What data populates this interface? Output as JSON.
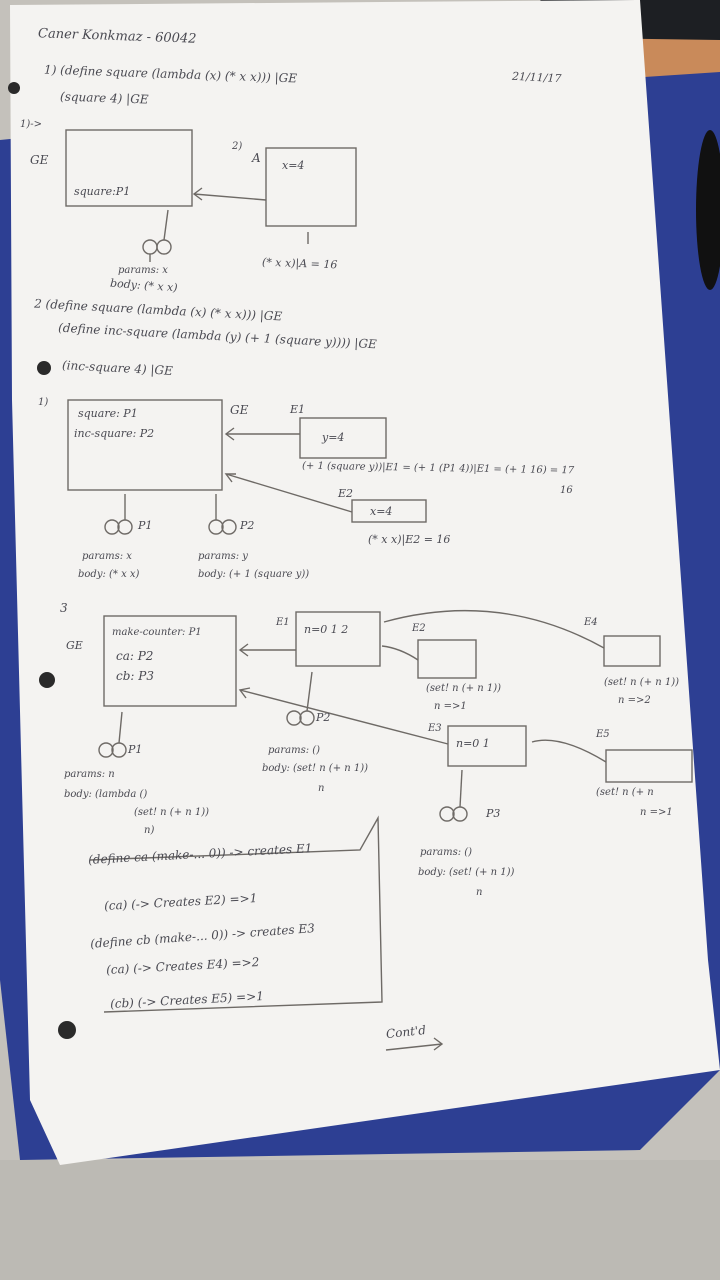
{
  "header": {
    "name": "Caner Konkmaz - 60042",
    "date": "21/11/17",
    "continued": "Cont'd"
  },
  "section1": {
    "line1": "1) (define square (lambda (x) (* x x))) |GE",
    "line2": "(square 4) |GE",
    "step": "1)->",
    "step2": "2)",
    "ge_label": "GE",
    "ge_content": "square:P1",
    "env_label": "A",
    "env_content": "x=4",
    "proc_note1": "params: x",
    "proc_note2": "body: (* x x)",
    "eval": "(* x x)|A = 16"
  },
  "section2": {
    "line1": "2 (define square (lambda (x) (* x x))) |GE",
    "line2": "(define inc-square (lambda (y) (+ 1 (square y)))) |GE",
    "line3": "(inc-square 4) |GE",
    "step": "1)",
    "ge_content1": "square: P1",
    "ge_content2": "inc-square: P2",
    "ge_label": "GE",
    "e1_label": "E1",
    "e1_content": "y=4",
    "e1_eval": "(+ 1 (square y))|E1 = (+ 1 (P1 4))|E1 = (+ 1 16) = 17",
    "e1_note": "16",
    "e2_label": "E2",
    "e2_content": "x=4",
    "e2_eval": "(* x x)|E2 = 16",
    "p1_label": "P1",
    "p2_label": "P2",
    "p1_params": "params: x",
    "p1_body": "body: (* x x)",
    "p2_params": "params: y",
    "p2_body": "body: (+ 1 (square y))"
  },
  "section3": {
    "number": "3",
    "ge_label": "GE",
    "ge_content1": "make-counter: P1",
    "ge_content2": "ca: P2",
    "ge_content3": "cb: P3",
    "e1_label": "E1",
    "e1_content": "n=0 1 2",
    "e2_label": "E2",
    "e2_note1": "(set! n (+ n 1))",
    "e2_note2": "n =>1",
    "e4_label": "E4",
    "e4_note1": "(set! n (+ n 1))",
    "e4_note2": "n =>2",
    "e3_label": "E3",
    "e3_content": "n=0 1",
    "e5_label": "E5",
    "e5_note1": "(set! n (+ n",
    "e5_note2": "n =>1",
    "p1_label": "P1",
    "p1_params": "params: n",
    "p1_body1": "body: (lambda ()",
    "p1_body2": "(set! n (+ n 1))",
    "p1_body3": "n)",
    "p2_label": "P2",
    "p2_params": "params: ()",
    "p2_body1": "body: (set! n (+ n 1))",
    "p2_body2": "n",
    "p3_label": "P3",
    "p3_params": "params: ()",
    "p3_body1": "body: (set! (+ n 1))",
    "p3_body2": "n"
  },
  "summary": {
    "line1": "(define ca (make-... 0)) -> creates E1",
    "line2": "(ca) (-> Creates E2) =>1",
    "line3": "(define cb (make-... 0)) -> creates E3",
    "line4": "(ca) (-> Creates E4) =>2",
    "line5": "(cb) (-> Creates E5) =>1"
  }
}
